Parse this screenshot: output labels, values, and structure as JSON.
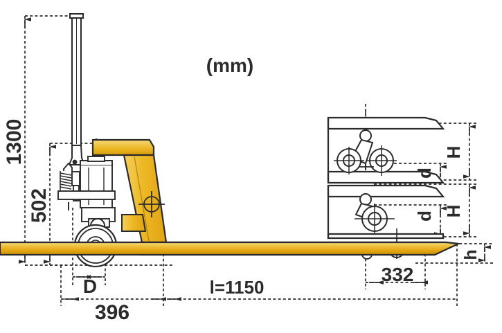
{
  "drawing": {
    "title_unit": "(mm)",
    "background_color": "#ffffff",
    "line_color": "#2b2b2b",
    "fork_yellow_light": "#f2c84b",
    "fork_yellow": "#e6a817",
    "fork_yellow_dark": "#d19100",
    "dimension_color": "#2b2b2b"
  },
  "dimensions": {
    "overall_height": "1300",
    "handle_down_height": "502",
    "wheel_base": "D",
    "chassis_length": "396",
    "fork_length": "l=1150",
    "fork_width_outer": "332",
    "raised_height": "H",
    "wheel_diameter": "d",
    "lowered_height": "h",
    "raised_height_2": "H",
    "wheel_diameter_2": "d"
  },
  "labels": {
    "unit_note": "(mm)"
  }
}
